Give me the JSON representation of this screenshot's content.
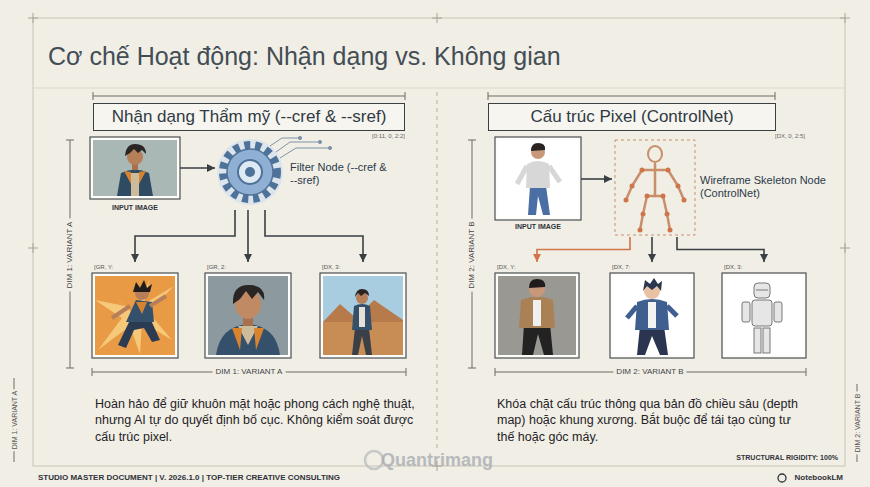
{
  "diagram": {
    "title": "Cơ chế Hoạt động: Nhận dạng vs. Không gian",
    "nodes": [
      {
        "text": [
          "Nhận dạng Thẩm mỹ (--cref & --sref)"
        ]
      },
      {
        "text": [
          "INPUT IMAGE"
        ]
      },
      {
        "text": [
          "Filter Node (--cref & --sref)"
        ]
      },
      {
        "text": [
          "[GR, Y:"
        ]
      },
      {
        "text": [
          "[GR, 2:"
        ]
      },
      {
        "text": [
          "[DX, 3:"
        ]
      },
      {
        "text": [
          "Cấu trúc Pixel (ControlNet)"
        ]
      },
      {
        "text": [
          "INPUT IMAGE"
        ]
      },
      {
        "text": [
          "Wireframe Skeleton Node (ControlNet)"
        ]
      },
      {
        "text": [
          "[DX, Y:"
        ]
      },
      {
        "text": [
          "[DX, 7:"
        ]
      },
      {
        "text": [
          "[DX, 3:"
        ]
      }
    ],
    "edges": [
      {
        "from": 1,
        "to": 2,
        "arrow": "to"
      },
      {
        "from": 2,
        "to": 3,
        "arrow": "to"
      },
      {
        "from": 2,
        "to": 4,
        "arrow": "to"
      },
      {
        "from": 2,
        "to": 5,
        "arrow": "to"
      },
      {
        "from": 7,
        "to": 8,
        "arrow": "to"
      },
      {
        "from": 8,
        "to": 9,
        "arrow": "to"
      },
      {
        "from": 8,
        "to": 10,
        "arrow": "to"
      },
      {
        "from": 8,
        "to": 11,
        "arrow": "to"
      }
    ],
    "labels": [
      "[0:11, 0, 2:2]",
      "[DX, 0, 2:5]",
      "DIM 1: VARIANT A",
      "DIM 1: VARIANT A",
      "Hoàn hảo để giữ khuôn mặt hoặc phong cách nghệ thuật, nhưng AI tự do quyết định bố cục. Không kiểm soát được cấu trúc pixel.",
      "DIM 2: VARIANT B",
      "DIM 2: VARIANT B",
      "Khóa chặt cấu trúc thông qua bản đồ chiều sâu (depth map) hoặc khung xương. Bắt buộc để tái tạo cùng tư thế hoặc góc máy.",
      "DIM 1: VARIANT A",
      "DIM 2: VARIANT B",
      "STUDIO MASTER DOCUMENT | V. 2026.1.0 | TOP-TIER CREATIVE CONSULTING",
      "STRUCTURAL RIGIDITY: 100%",
      "NotebookLM",
      "Quantrimang"
    ]
  }
}
